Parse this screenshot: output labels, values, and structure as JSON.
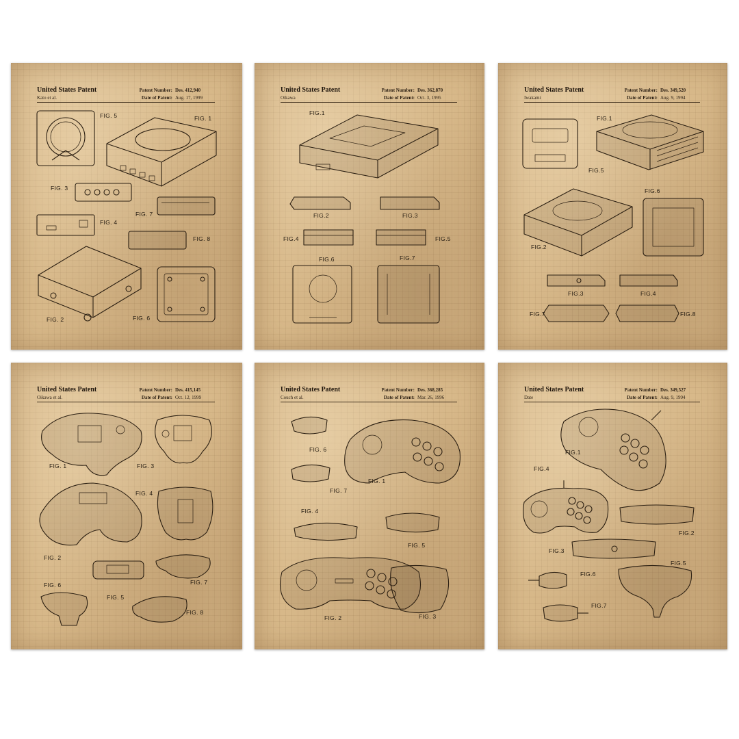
{
  "posters": [
    {
      "header": {
        "title": "United States Patent",
        "inventor": "Kato et al.",
        "patent_label": "Patent Number:",
        "patent_number": "Des. 412,940",
        "date_label": "Date of Patent:",
        "date": "Aug. 17, 1999"
      },
      "figs": {
        "f1": "FIG. 1",
        "f2": "FIG. 2",
        "f3": "FIG. 3",
        "f4": "FIG. 4",
        "f5": "FIG. 5",
        "f6": "FIG. 6",
        "f7": "FIG. 7",
        "f8": "FIG. 8"
      }
    },
    {
      "header": {
        "title": "United States Patent",
        "inventor": "Oikawa",
        "patent_label": "Patent Number:",
        "patent_number": "Des. 362,870",
        "date_label": "Date of Patent:",
        "date": "Oct. 3, 1995"
      },
      "figs": {
        "f1": "FIG.1",
        "f2": "FIG.2",
        "f3": "FIG.3",
        "f4": "FIG.4",
        "f5": "FIG.5",
        "f6": "FIG.6",
        "f7": "FIG.7"
      }
    },
    {
      "header": {
        "title": "United States Patent",
        "inventor": "Iwakami",
        "patent_label": "Patent Number:",
        "patent_number": "Des. 349,520",
        "date_label": "Date of Patent:",
        "date": "Aug. 9, 1994"
      },
      "figs": {
        "f1": "FIG.1",
        "f2": "FIG.2",
        "f3": "FIG.3",
        "f4": "FIG.4",
        "f5": "FIG.5",
        "f6": "FIG.6",
        "f7": "FIG.7",
        "f8": "FIG.8"
      }
    },
    {
      "header": {
        "title": "United States Patent",
        "inventor": "Oikawa et al.",
        "patent_label": "Patent Number:",
        "patent_number": "Des. 415,145",
        "date_label": "Date of Patent:",
        "date": "Oct. 12, 1999"
      },
      "figs": {
        "f1": "FIG. 1",
        "f2": "FIG. 2",
        "f3": "FIG. 3",
        "f4": "FIG. 4",
        "f5": "FIG. 5",
        "f6": "FIG. 6",
        "f7": "FIG. 7",
        "f8": "FIG. 8"
      }
    },
    {
      "header": {
        "title": "United States Patent",
        "inventor": "Couch et al.",
        "patent_label": "Patent Number:",
        "patent_number": "Des. 368,285",
        "date_label": "Date of Patent:",
        "date": "Mar. 26, 1996"
      },
      "figs": {
        "f1": "FIG. 1",
        "f2": "FIG. 2",
        "f3": "FIG. 3",
        "f4": "FIG. 4",
        "f5": "FIG. 5",
        "f6": "FIG. 6",
        "f7": "FIG. 7"
      }
    },
    {
      "header": {
        "title": "United States Patent",
        "inventor": "Date",
        "patent_label": "Patent Number:",
        "patent_number": "Des. 349,527",
        "date_label": "Date of Patent:",
        "date": "Aug. 9, 1994"
      },
      "figs": {
        "f1": "FIG.1",
        "f2": "FIG.2",
        "f3": "FIG.3",
        "f4": "FIG.4",
        "f5": "FIG.5",
        "f6": "FIG.6",
        "f7": "FIG.7"
      }
    }
  ],
  "colors": {
    "paper": "#d8b98a",
    "ink": "#2b1f12",
    "background": "#ffffff"
  }
}
